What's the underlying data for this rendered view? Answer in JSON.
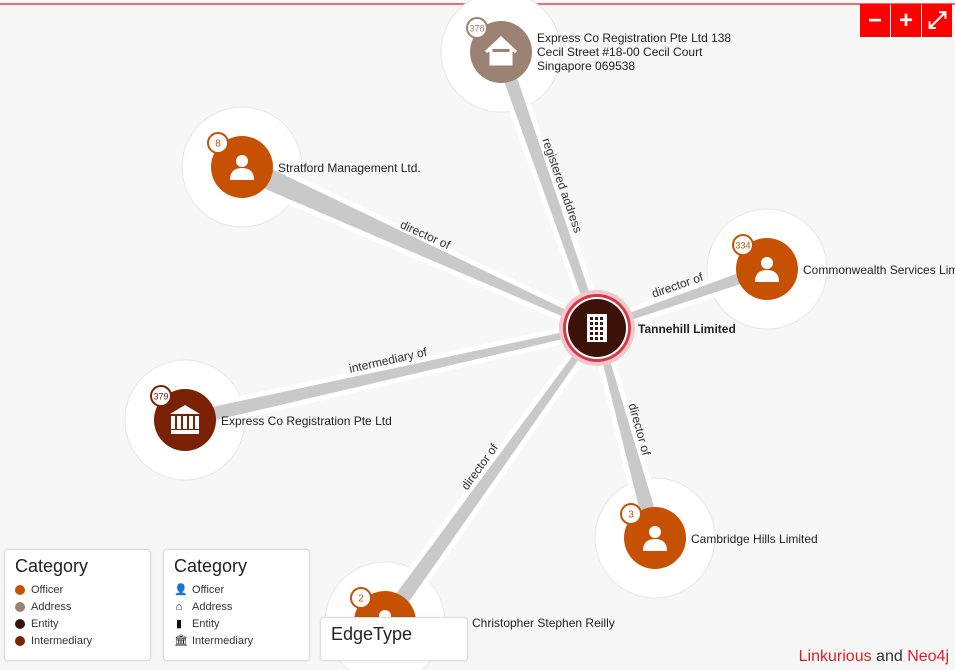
{
  "toolbar": {
    "zoom_out": "−",
    "zoom_in": "+",
    "fullscreen": "⤢"
  },
  "colors": {
    "Officer": "#c65102",
    "Address": "#9b8272",
    "Entity": "#3c1208",
    "Intermediary": "#7b2106",
    "accent": "#ff0000"
  },
  "nodes": [
    {
      "id": "center",
      "label": "Tannehill Limited",
      "category": "Entity",
      "count": null,
      "icon": "building-icon"
    },
    {
      "id": "addr",
      "label_lines": [
        "Express Co Registration Pte Ltd 138",
        "Cecil Street #18-00 Cecil Court",
        "Singapore   069538"
      ],
      "category": "Address",
      "count": "378",
      "icon": "home-icon"
    },
    {
      "id": "stratford",
      "label": "Stratford Management Ltd.",
      "category": "Officer",
      "count": "8",
      "icon": "user-icon"
    },
    {
      "id": "commonwealth",
      "label": "Commonwealth Services Lim",
      "category": "Officer",
      "count": "334",
      "icon": "user-icon"
    },
    {
      "id": "express",
      "label": "Express Co Registration Pte Ltd",
      "category": "Intermediary",
      "count": "379",
      "icon": "bank-icon"
    },
    {
      "id": "cambridge",
      "label": "Cambridge Hills Limited",
      "category": "Officer",
      "count": "3",
      "icon": "user-icon"
    },
    {
      "id": "reilly",
      "label": "Christopher Stephen Reilly",
      "category": "Officer",
      "count": "2",
      "icon": "user-icon"
    }
  ],
  "edges": [
    {
      "from": "addr",
      "label": "registered address"
    },
    {
      "from": "stratford",
      "label": "director of"
    },
    {
      "from": "commonwealth",
      "label": "director of"
    },
    {
      "from": "express",
      "label": "intermediary of"
    },
    {
      "from": "cambridge",
      "label": "director of"
    },
    {
      "from": "reilly",
      "label": "director of"
    }
  ],
  "legend_color": {
    "title": "Category",
    "items": [
      "Officer",
      "Address",
      "Entity",
      "Intermediary"
    ]
  },
  "legend_icon": {
    "title": "Category",
    "items": [
      "Officer",
      "Address",
      "Entity",
      "Intermediary"
    ]
  },
  "legend_edge": {
    "title": "EdgeType"
  },
  "credit": {
    "a": "Linkurious",
    "and": " and ",
    "b": "Neo4j"
  }
}
